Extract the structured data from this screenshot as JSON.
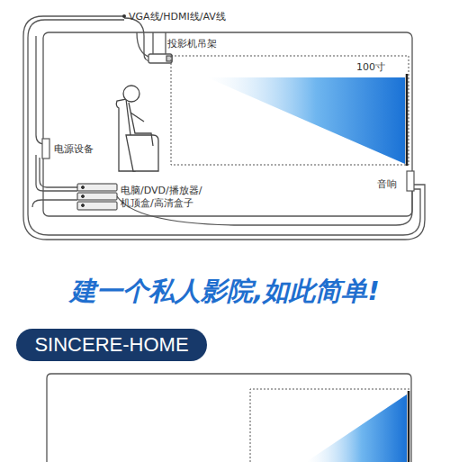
{
  "diagram": {
    "title": "建一个私人影院,如此简单!",
    "nodes": [
      {
        "text": [
          "SINCERE-HOME"
        ]
      }
    ],
    "labels": [
      "VGA线/HDMI线/AV线",
      "投影机吊架",
      "100寸",
      "电源设备",
      "电脑/DVD/播放器/机顶盒/高清盒子",
      "音响"
    ]
  }
}
